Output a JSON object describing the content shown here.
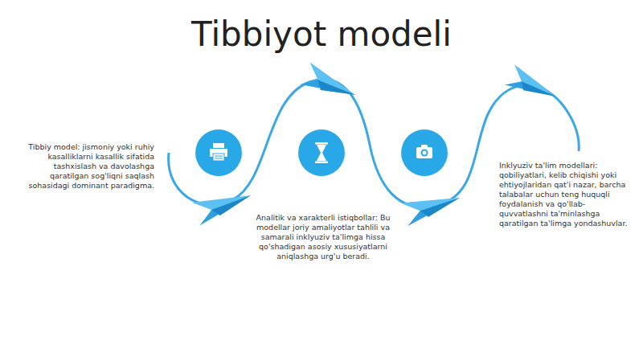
{
  "diagram": {
    "title": "Tibbiyot modeli",
    "labels": [
      "Tibbiy model: jismoniy yoki ruhiy kasalliklarni kasallik sifatida tashxislash va davolashga qaratilgan sog'liqni saqlash sohasidagi dominant paradigma.",
      "Analitik va xarakterli istiqbollar: Bu modellar joriy amaliyotlar tahlili va samarali inklyuziv ta'limga hissa qo'shadigan asosiy xususiyatlarni aniqlashga urg'u beradi.",
      "Inklyuziv ta'lim modellari: qobiliyatlari, kelib chiqishi yoki ehtiyojlaridan qat'i nazar, barcha talabalar uchun teng huquqli foydalanish va qo'llab-quvvatlashni ta'minlashga qaratilgan ta'limga yondashuvlar."
    ]
  }
}
